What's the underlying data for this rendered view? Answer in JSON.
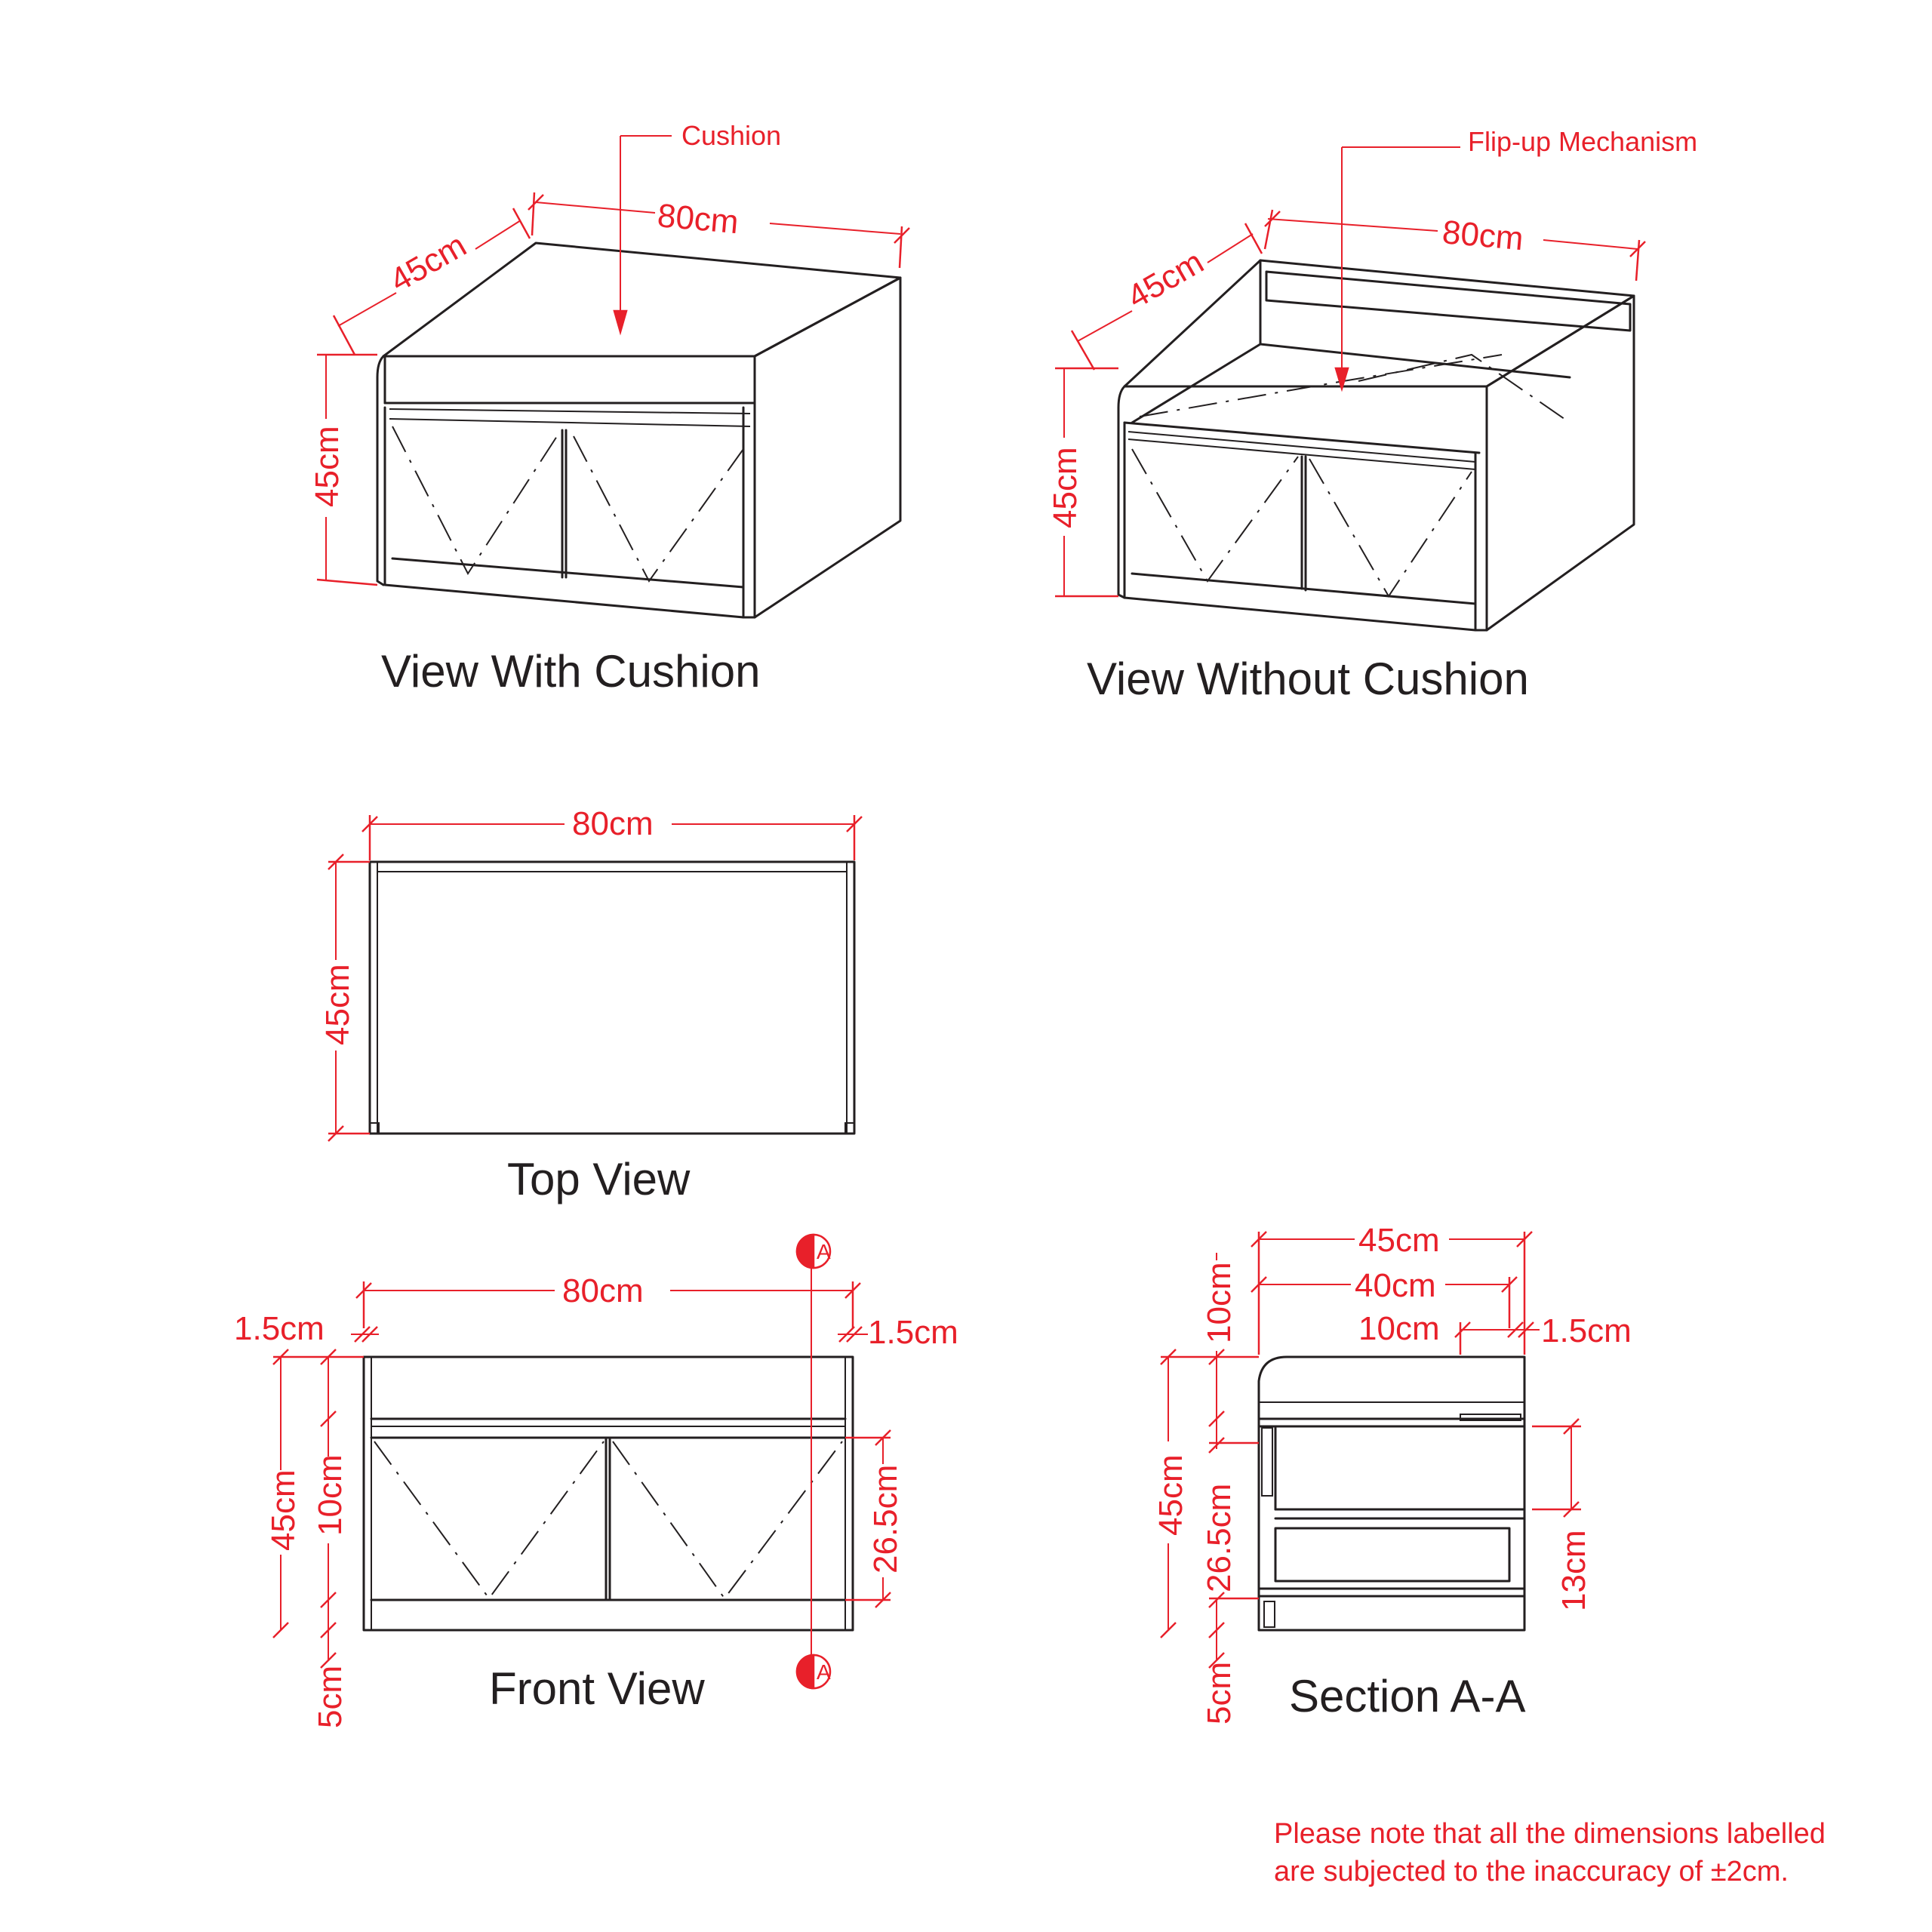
{
  "views": {
    "with_cushion": {
      "title": "View With Cushion",
      "callout": "Cushion",
      "dim_width": "80cm",
      "dim_depth": "45cm",
      "dim_height": "45cm"
    },
    "without_cushion": {
      "title": "View Without Cushion",
      "callout": "Flip-up Mechanism",
      "dim_width": "80cm",
      "dim_depth": "45cm",
      "dim_height": "45cm"
    },
    "top": {
      "title": "Top View",
      "dim_width": "80cm",
      "dim_depth": "45cm"
    },
    "front": {
      "title": "Front View",
      "dim_width": "80cm",
      "dim_side_left": "1.5cm",
      "dim_side_right": "1.5cm",
      "dim_height": "45cm",
      "dim_top": "10cm",
      "dim_bottom": "5cm",
      "dim_door": "26.5cm",
      "section_marker": "A"
    },
    "section": {
      "title": "Section A-A",
      "dim_depth": "45cm",
      "dim_inner": "40cm",
      "dim_lip": "10cm",
      "dim_panel": "1.5cm",
      "dim_top": "10cm",
      "dim_height": "45cm",
      "dim_door": "26.5cm",
      "dim_bottom": "5cm",
      "dim_shelf": "13cm"
    }
  },
  "note": {
    "line1": "Please note that all the dimensions labelled",
    "line2": "are subjected to the inaccuracy of ±2cm."
  },
  "colors": {
    "line": "#231f20",
    "dimension": "#e8202a",
    "background": "#ffffff"
  }
}
